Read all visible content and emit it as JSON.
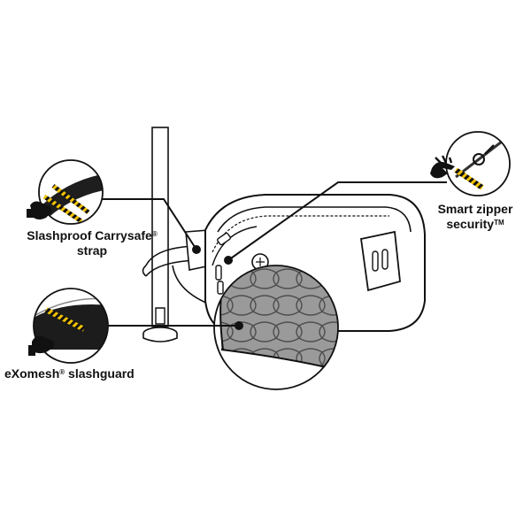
{
  "labels": {
    "strap": {
      "line1": "Slashproof Carrysafe",
      "mark1": "®",
      "line2": "strap"
    },
    "mesh": {
      "text": "eXomesh",
      "mark": "®",
      "text2": " slashguard"
    },
    "zipper": {
      "line1": "Smart zipper",
      "line2": "security",
      "mark": "TM"
    }
  },
  "colors": {
    "ink": "#111111",
    "bag_fill": "#ffffff",
    "mesh_fill": "#9a9a9a",
    "mesh_line": "#5a5a5a",
    "hazard_yellow": "#f2c200",
    "strap_dark": "#1e1e1e"
  },
  "icons": [
    "pole-illustration",
    "bag-illustration",
    "strap-zoom-circle",
    "mesh-zoom-circle",
    "zipper-zoom-circle",
    "hand-icon"
  ]
}
